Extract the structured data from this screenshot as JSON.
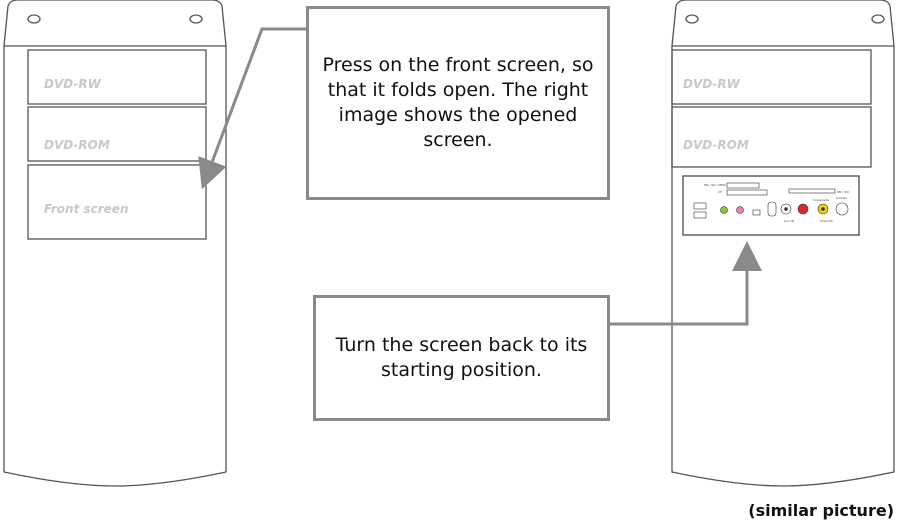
{
  "left_case": {
    "bays": [
      "DVD-RW",
      "DVD-ROM",
      "Front screen"
    ]
  },
  "right_case": {
    "bays": [
      "DVD-RW",
      "DVD-ROM"
    ],
    "panel_labels": [
      "MS / SD / MMC",
      "CF",
      "SM / XD",
      "Composite",
      "S-Video",
      "Video IN",
      "Aux IN"
    ]
  },
  "callouts": {
    "top": "Press on the front screen, so that it folds open. The right image shows the opened screen.",
    "bottom": "Turn the screen back to its starting position."
  },
  "caption": "(similar picture)",
  "colors": {
    "outline": "#555555",
    "connector": "#8a8a8a",
    "bay_text": "#c8c8c8",
    "red_jack": "#d92b2b",
    "yellow_jack": "#f2d20a",
    "green_jack": "#8fc43b",
    "pink_jack": "#e889a8"
  }
}
